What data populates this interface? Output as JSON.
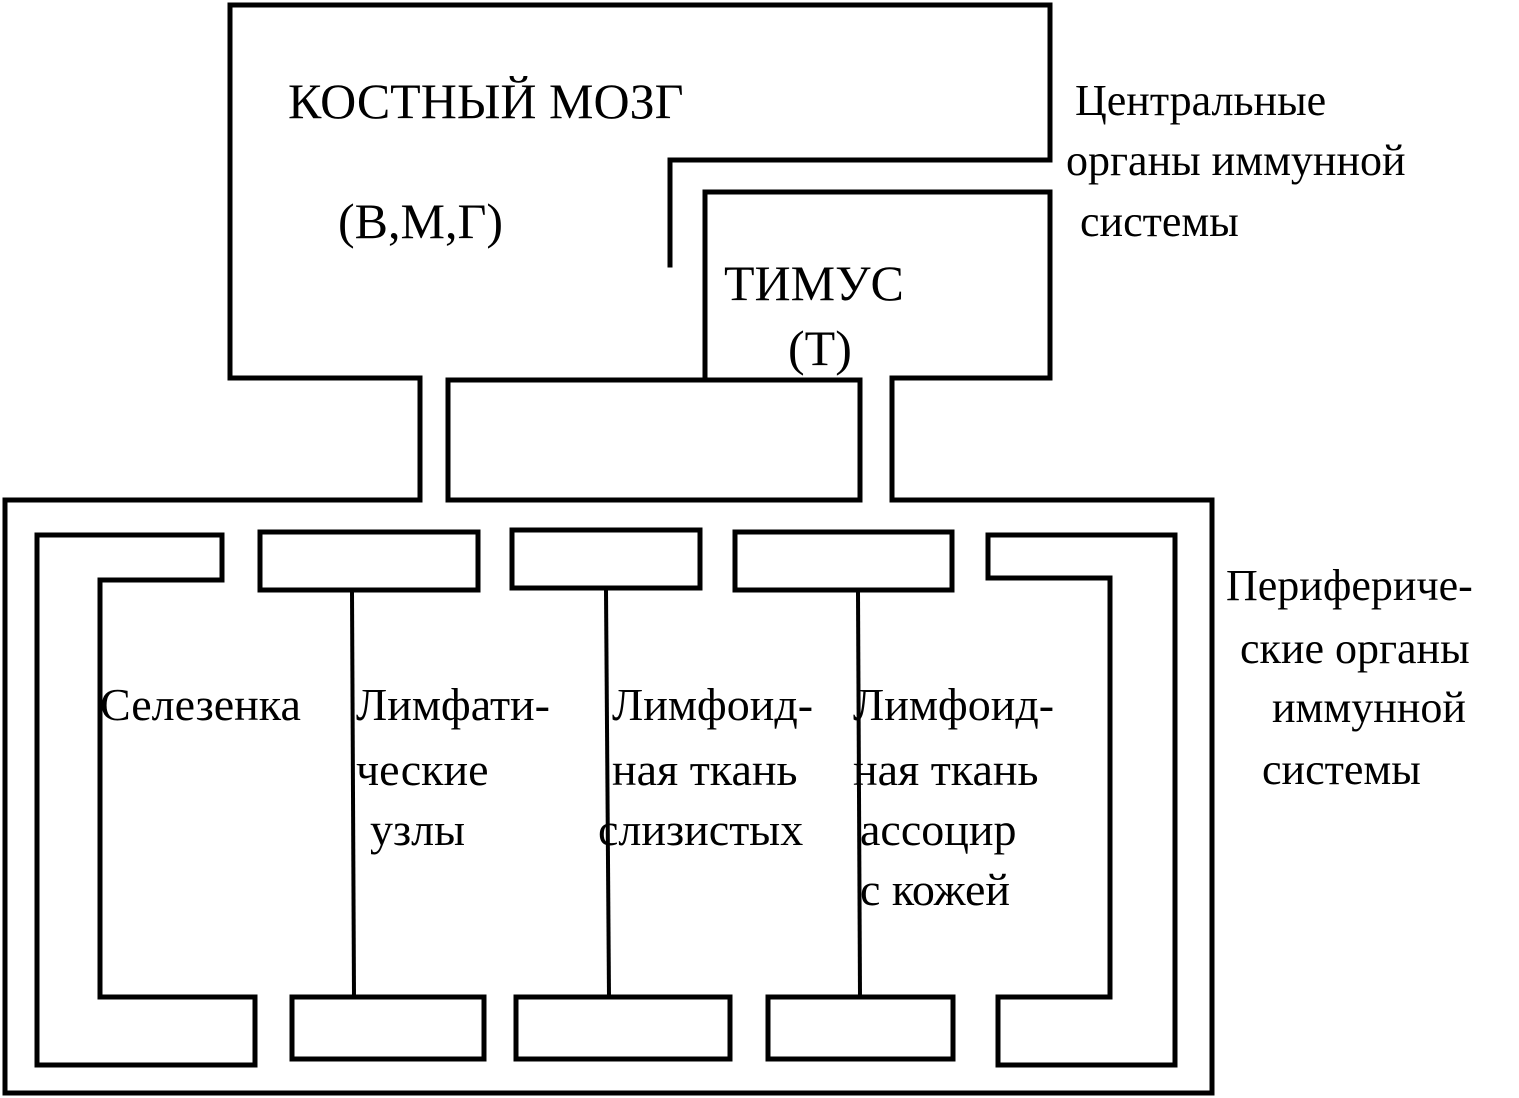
{
  "central": {
    "bone_marrow": {
      "title": "КОСТНЫЙ МОЗГ",
      "cells": "(В,М,Г)"
    },
    "thymus": {
      "title": "ТИМУС",
      "cells": "(Т)"
    },
    "caption": [
      "Центральные",
      "органы иммунной",
      "системы"
    ]
  },
  "peripheral": {
    "organs": [
      {
        "lines": [
          "Селезенка"
        ]
      },
      {
        "lines": [
          "Лимфати-",
          "ческие",
          "узлы"
        ]
      },
      {
        "lines": [
          "Лимфоид-",
          "ная ткань",
          "слизистых"
        ]
      },
      {
        "lines": [
          "Лимфоид-",
          "ная ткань",
          "ассоцир",
          "с кожей"
        ]
      }
    ],
    "caption": [
      "Периферичe-",
      "ские органы",
      "иммунной",
      "системы"
    ]
  }
}
